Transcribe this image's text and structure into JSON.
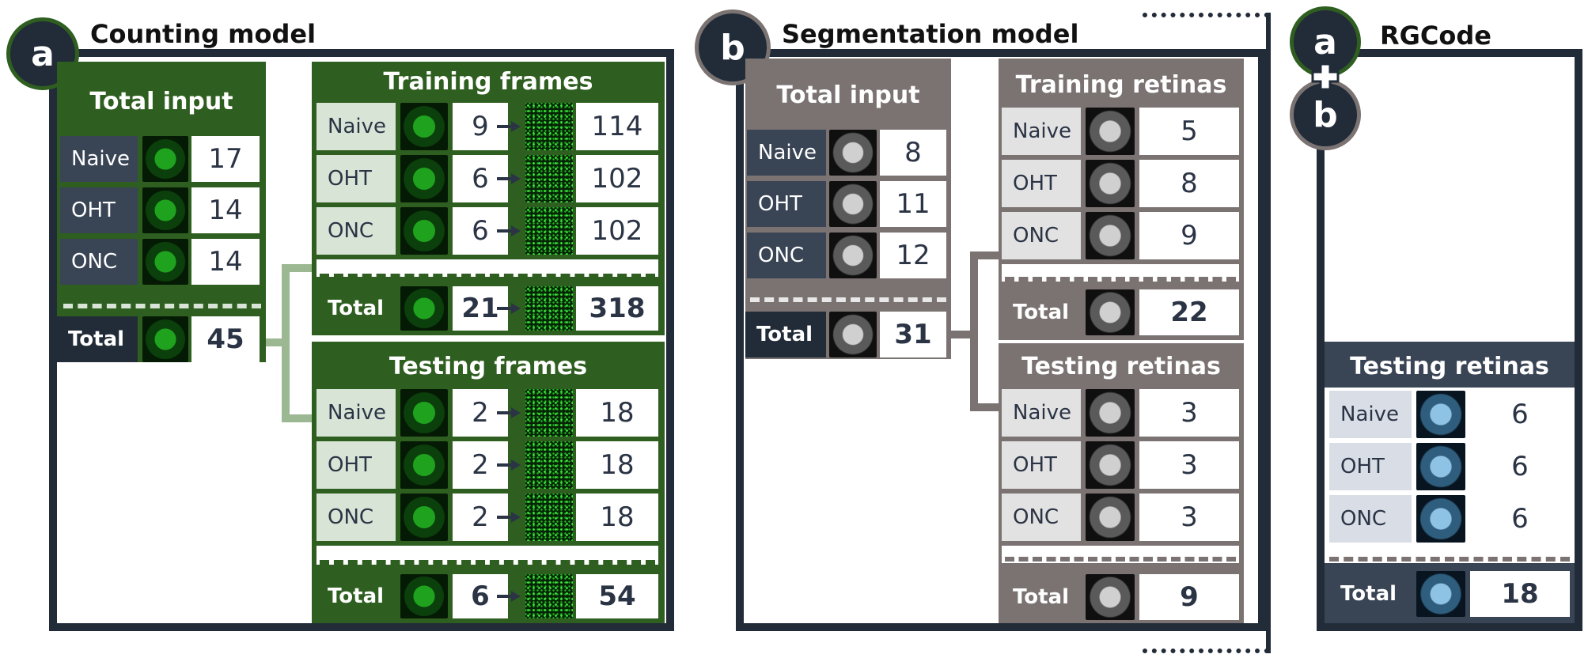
{
  "panel_a": {
    "badge": "a",
    "title": "Counting model",
    "total_input": {
      "header": "Total input",
      "rows": [
        {
          "label": "Naive",
          "value": "17"
        },
        {
          "label": "OHT",
          "value": "14"
        },
        {
          "label": "ONC",
          "value": "14"
        }
      ],
      "total_label": "Total",
      "total_value": "45"
    },
    "training": {
      "header": "Training frames",
      "rows": [
        {
          "label": "Naive",
          "value": "9",
          "frames": "114"
        },
        {
          "label": "OHT",
          "value": "6",
          "frames": "102"
        },
        {
          "label": "ONC",
          "value": "6",
          "frames": "102"
        }
      ],
      "total_label": "Total",
      "total_value": "21",
      "total_frames": "318"
    },
    "testing": {
      "header": "Testing frames",
      "rows": [
        {
          "label": "Naive",
          "value": "2",
          "frames": "18"
        },
        {
          "label": "OHT",
          "value": "2",
          "frames": "18"
        },
        {
          "label": "ONC",
          "value": "2",
          "frames": "18"
        }
      ],
      "total_label": "Total",
      "total_value": "6",
      "total_frames": "54"
    }
  },
  "panel_b": {
    "badge": "b",
    "title": "Segmentation model",
    "total_input": {
      "header": "Total input",
      "rows": [
        {
          "label": "Naive",
          "value": "8"
        },
        {
          "label": "OHT",
          "value": "11"
        },
        {
          "label": "ONC",
          "value": "12"
        }
      ],
      "total_label": "Total",
      "total_value": "31"
    },
    "training": {
      "header": "Training retinas",
      "rows": [
        {
          "label": "Naive",
          "value": "5"
        },
        {
          "label": "OHT",
          "value": "8"
        },
        {
          "label": "ONC",
          "value": "9"
        }
      ],
      "total_label": "Total",
      "total_value": "22"
    },
    "testing": {
      "header": "Testing retinas",
      "rows": [
        {
          "label": "Naive",
          "value": "3"
        },
        {
          "label": "OHT",
          "value": "3"
        },
        {
          "label": "ONC",
          "value": "3"
        }
      ],
      "total_label": "Total",
      "total_value": "9"
    }
  },
  "panel_c": {
    "badge_a": "a",
    "badge_b": "b",
    "plus": "+",
    "title": "RGCode",
    "testing": {
      "header": "Testing retinas",
      "rows": [
        {
          "label": "Naive",
          "value": "6"
        },
        {
          "label": "OHT",
          "value": "6"
        },
        {
          "label": "ONC",
          "value": "6"
        }
      ],
      "total_label": "Total",
      "total_value": "18"
    }
  },
  "colors": {
    "dark_navy": "#222b38",
    "green": "#2f5f20",
    "green_light": "#d8e4d6",
    "gray": "#7a7372",
    "gray_light": "#e2e2e2",
    "blue_light": "#d8dde6"
  }
}
